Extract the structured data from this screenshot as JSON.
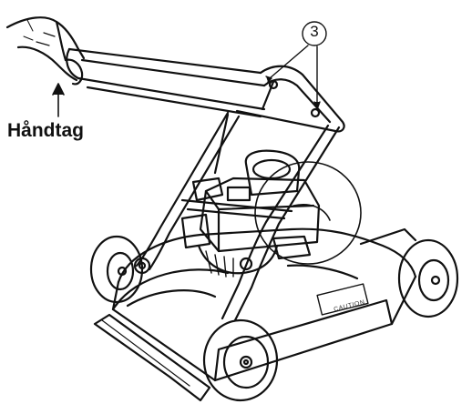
{
  "labels": {
    "handle": "Håndtag",
    "callout": "3",
    "decal": "CAUTION"
  },
  "colors": {
    "ink": "#111111",
    "paper": "#ffffff"
  }
}
